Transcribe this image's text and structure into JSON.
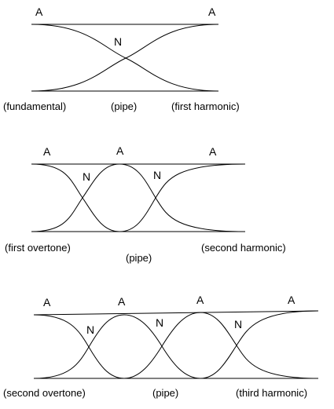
{
  "panels": [
    {
      "antinode_labels": [
        "A",
        "A"
      ],
      "node_labels": [
        "N"
      ],
      "captions": {
        "left": "(fundamental)",
        "middle": "(pipe)",
        "right": "(first harmonic)"
      }
    },
    {
      "antinode_labels": [
        "A",
        "A",
        "A"
      ],
      "node_labels": [
        "N",
        "N"
      ],
      "captions": {
        "left": "(first overtone)",
        "middle": "(pipe)",
        "right": "(second harmonic)"
      }
    },
    {
      "antinode_labels": [
        "A",
        "A",
        "A",
        "A"
      ],
      "node_labels": [
        "N",
        "N",
        "N"
      ],
      "captions": {
        "left": "(second overtone)",
        "middle": "(pipe)",
        "right": "(third harmonic)"
      }
    }
  ],
  "colors": {
    "line": "#000000",
    "background": "#ffffff"
  }
}
